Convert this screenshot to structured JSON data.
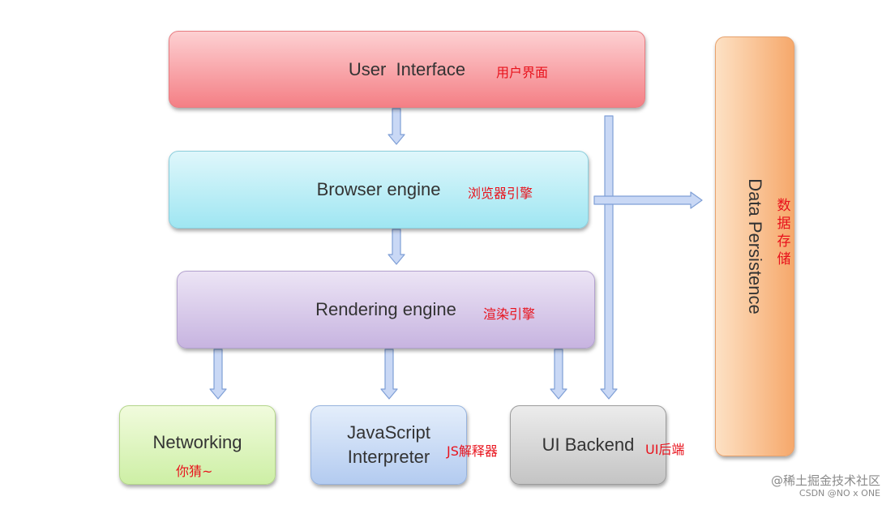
{
  "boxes": {
    "user_interface": {
      "label": "User  Interface",
      "zh": "用户界面"
    },
    "browser_engine": {
      "label": "Browser engine",
      "zh": "浏览器引擎"
    },
    "rendering_engine": {
      "label": "Rendering engine",
      "zh": "渲染引擎"
    },
    "networking": {
      "label": "Networking",
      "zh": "你猜~"
    },
    "js_interpreter": {
      "label_line1": "JavaScript",
      "label_line2": "Interpreter",
      "zh": "JS解释器"
    },
    "ui_backend": {
      "label": "UI Backend",
      "zh": "UI后端"
    },
    "data_persistence": {
      "label": "Data Persistence",
      "zh": "数据存储"
    }
  },
  "colors": {
    "arrow_fill": "#c9d8f5",
    "arrow_stroke": "#7f9fd6",
    "annotation": "#e8121c"
  },
  "watermark": {
    "main": "@稀土掘金技术社区",
    "sub": "CSDN @NO x ONE"
  }
}
